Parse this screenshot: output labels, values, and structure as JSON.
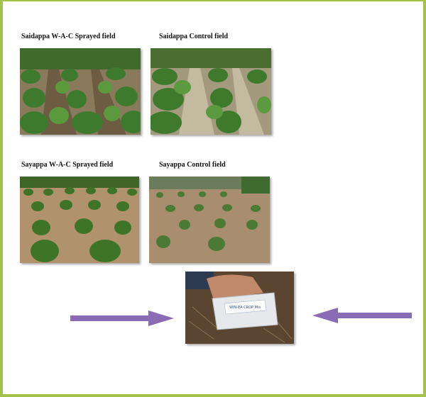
{
  "captions": {
    "saidappa_sprayed": "Saidappa W-A-C Sprayed field",
    "saidappa_control": "Saidappa Control field",
    "sayappa_sprayed": "Sayappa W-A-C Sprayed field",
    "sayappa_control": "Sayappa Control field"
  },
  "packet_label": "WIN-EA CROP Mix",
  "colors": {
    "frame_border": "#a3c24a",
    "arrow": "#8a6bb5"
  },
  "icons": {
    "right_arrow": "arrow-right-icon",
    "left_arrow": "arrow-left-icon"
  }
}
